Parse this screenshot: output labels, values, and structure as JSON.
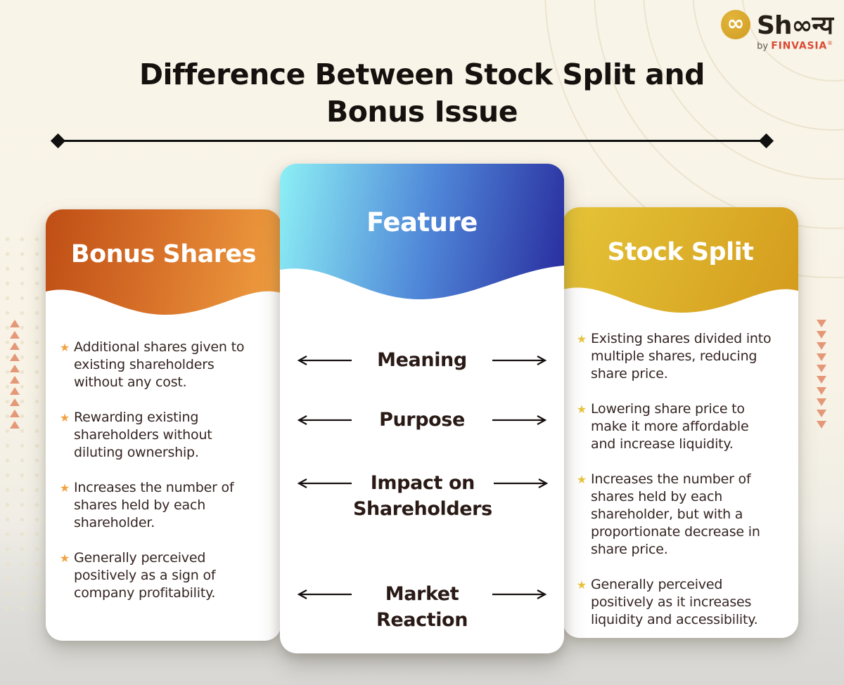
{
  "logo": {
    "brand_display": "Sh∞न्य",
    "infinity_glyph": "∞",
    "byline_prefix": "by",
    "byline_brand": "FINVASIA",
    "reg_mark": "®",
    "badge_color": "#D7A32B"
  },
  "header": {
    "title_line1": "Difference Between Stock Split and",
    "title_line2": "Bonus Issue"
  },
  "table": {
    "left_column": {
      "title": "Bonus Shares",
      "accent_from": "#BF4E15",
      "accent_to": "#F0A041",
      "bullet_glyph": "★",
      "bullet_color": "#F2A23F",
      "items": [
        "Additional shares given to existing shareholders without any cost.",
        "Rewarding existing shareholders without diluting ownership.",
        "Increases the number of shares held by each shareholder.",
        "Generally perceived positively as a sign of company profitability."
      ]
    },
    "feature_column": {
      "title": "Feature",
      "accent_from": "#8DF0F5",
      "accent_to": "#282B9D",
      "rows": [
        "Meaning",
        "Purpose",
        "Impact on Shareholders",
        "Market Reaction"
      ]
    },
    "right_column": {
      "title": "Stock Split",
      "accent_from": "#E5C438",
      "accent_to": "#D49A1C",
      "bullet_glyph": "★",
      "bullet_color": "#E8C43C",
      "items": [
        "Existing shares divided into multiple shares, reducing share price.",
        "Lowering share price to make it more affordable and increase liquidity.",
        "Increases the number of shares held by each shareholder, but with a proportionate decrease in share price.",
        "Generally perceived positively as it increases liquidity and accessibility."
      ]
    }
  },
  "decor": {
    "triangle_color": "#E59878",
    "triangle_count_left": 10,
    "triangle_count_right": 10
  }
}
